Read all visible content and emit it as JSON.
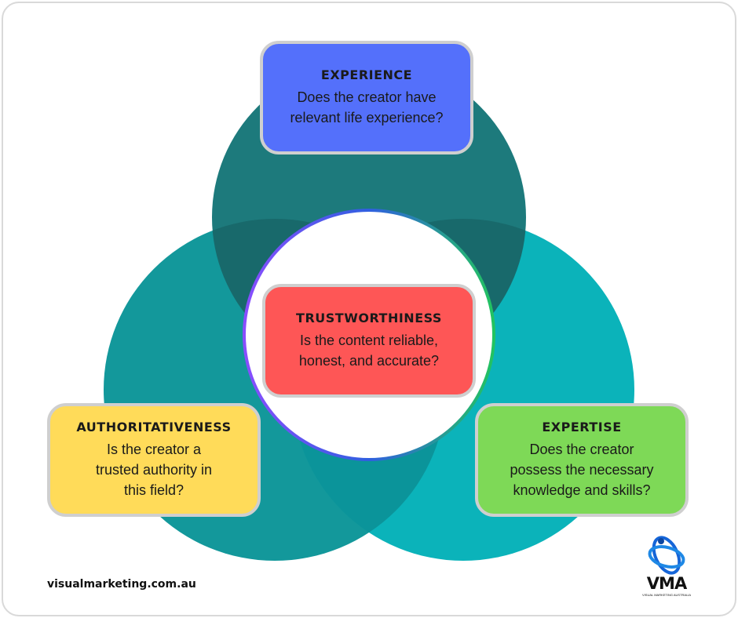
{
  "cards": {
    "experience": {
      "title": "EXPERIENCE",
      "lines": [
        "Does the creator have",
        "relevant life experience?"
      ]
    },
    "trustworthiness": {
      "title": "TRUSTWORTHINESS",
      "lines": [
        "Is the content reliable,",
        "honest, and accurate?"
      ]
    },
    "authoritativeness": {
      "title": "AUTHORITATIVENESS",
      "lines": [
        "Is the creator a",
        "trusted authority in",
        "this field?"
      ]
    },
    "expertise": {
      "title": "EXPERTISE",
      "lines": [
        "Does the creator",
        "possess the necessary",
        "knowledge and skills?"
      ]
    }
  },
  "footer": {
    "website": "visualmarketing.com.au"
  },
  "logo": {
    "text": "VMA",
    "tagline": "VISUAL MARKETING AUSTRALIA"
  },
  "colors": {
    "top_circle": "#1d7a7c",
    "left_circle": "#13989b",
    "right_circle": "#0bb3ba",
    "experience_card": "#5470fb",
    "trust_card": "#fe5656",
    "authority_card": "#ffdb59",
    "expertise_card": "#7ed957",
    "ring_gradient": [
      "#8a4dff",
      "#2f5fe0",
      "#22c55e"
    ]
  }
}
